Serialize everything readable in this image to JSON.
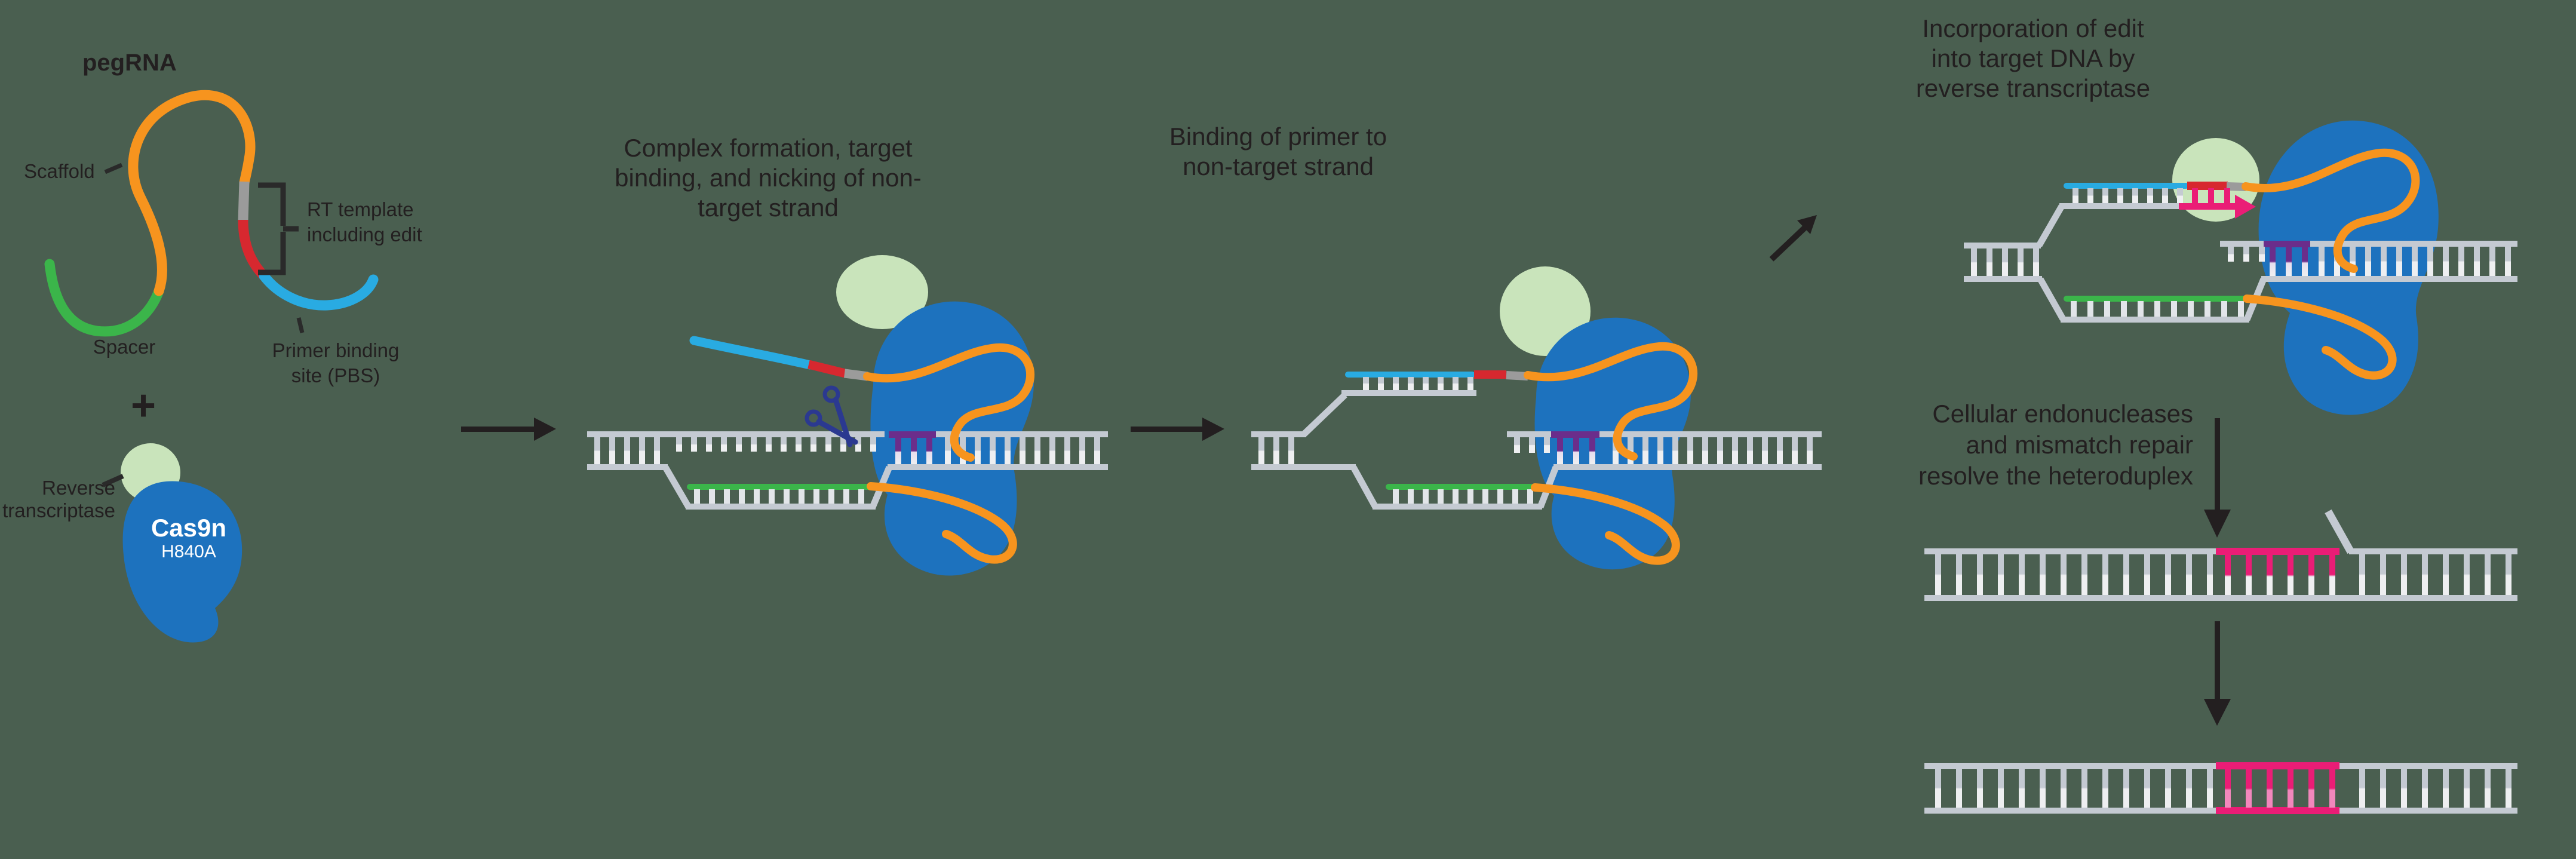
{
  "colors": {
    "background": "#4A5F50",
    "dna_gray": "#C4CAD2",
    "dna_rung_light": "#EEEFF1",
    "scaffold_orange": "#F7941E",
    "spacer_green": "#3BB54A",
    "pbs_cyan": "#29ABE2",
    "edit_red": "#D7282F",
    "linker_gray": "#9B9B9B",
    "pam_purple": "#6B2D8B",
    "pam_purple_light": "#E6DEEE",
    "edit_pink": "#EA1D76",
    "edit_pink_light": "#F287BC",
    "cas9_blue": "#1D72BE",
    "rt_green": "#C9E4BB",
    "scissors_navy": "#2B3990",
    "arrow_black": "#231F20",
    "text_black": "#231F20"
  },
  "panel1": {
    "title": "pegRNA",
    "scaffold_label": "Scaffold",
    "spacer_label": "Spacer",
    "rt_template_label": [
      "RT template",
      "including edit"
    ],
    "pbs_label": [
      "Primer binding",
      "site (PBS)"
    ],
    "plus_sign": "+",
    "reverse_transcriptase_label": [
      "Reverse",
      "transcriptase"
    ],
    "cas9_label": "Cas9n",
    "cas9_variant": "H840A"
  },
  "panel2": {
    "title": [
      "Complex formation, target",
      "binding, and nicking of non-",
      "target strand"
    ]
  },
  "panel3": {
    "title": [
      "Binding of primer to",
      "non-target strand"
    ]
  },
  "panel4": {
    "title": [
      "Incorporation of edit",
      "into target DNA by",
      "reverse transcriptase"
    ],
    "repair_label": [
      "Cellular endonucleases",
      "and mismatch repair",
      "resolve the heteroduplex"
    ]
  }
}
